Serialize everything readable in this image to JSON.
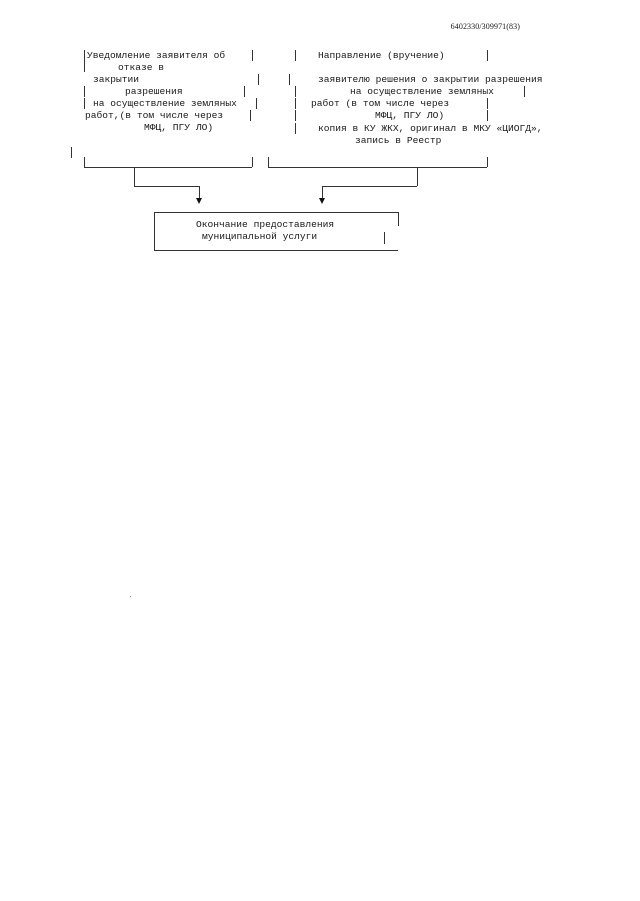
{
  "header": {
    "doc_number": "6402330/309971(83)"
  },
  "left_block": {
    "lines": [
      "Уведомление заявителя об",
      "отказе в",
      "закрытии",
      "разрешения",
      "на осуществление земляных",
      "работ,(в том числе через",
      "МФЦ, ПГУ ЛО)"
    ]
  },
  "right_block": {
    "lines": [
      "Направление (вручение)",
      "заявителю решения о закрытии разрешения",
      "на осуществление земляных",
      "работ (в том числе через",
      "МФЦ, ПГУ ЛО)",
      "копия в КУ ЖКХ, оригинал в МКУ «ЦИОГД»,",
      "запись в Реестр"
    ]
  },
  "end_block": {
    "lines": [
      "Окончание предоставления",
      "муниципальной услуги"
    ]
  }
}
